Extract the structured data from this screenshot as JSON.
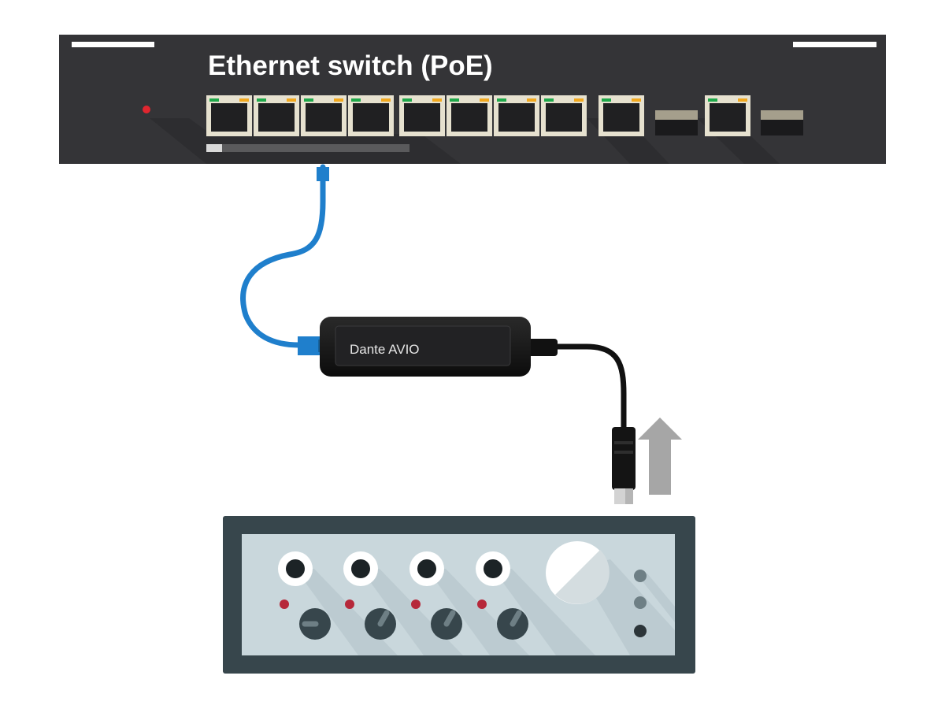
{
  "switch": {
    "title": "Ethernet switch (PoE)",
    "body_color": "#343437",
    "port_count": 10,
    "sfp_slot_count": 2,
    "status_led_color": "#e0262f",
    "port_led_link_color": "#1fa84a",
    "port_led_activity_color": "#f2a81d"
  },
  "adapter": {
    "label": "Dante AVIO",
    "body_color": "#141414"
  },
  "cables": {
    "ethernet_color": "#1f7fcc",
    "audio_color": "#111111"
  },
  "signal_arrow": {
    "direction": "up",
    "color": "#a6a6a6"
  },
  "mixer": {
    "channel_count": 4,
    "frame_color": "#37464c",
    "panel_color": "#c9d7dc",
    "clip_led_color": "#b6283a"
  }
}
